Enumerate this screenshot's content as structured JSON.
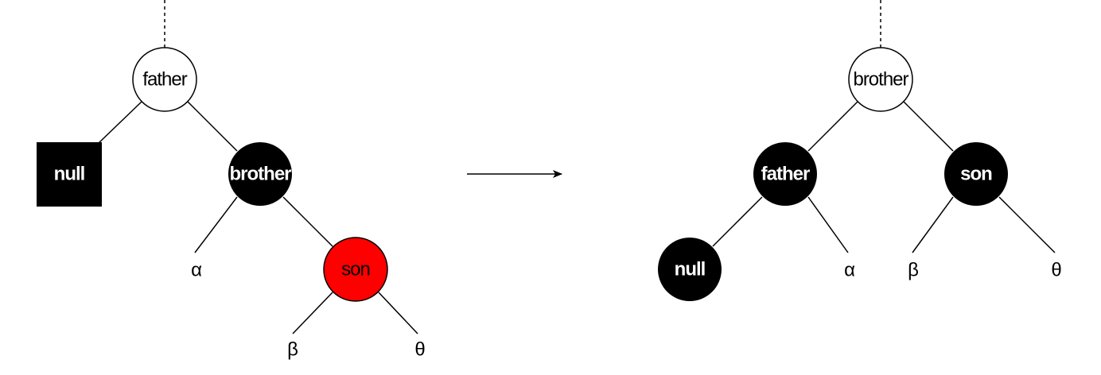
{
  "colors": {
    "black_node": "#000000",
    "red_node": "#ff0000",
    "white_node": "#ffffff",
    "stroke": "#000000"
  },
  "left_tree": {
    "root": {
      "label": "father",
      "color": "white"
    },
    "null_leaf": {
      "label": "null",
      "color": "black",
      "shape": "square"
    },
    "brother": {
      "label": "brother",
      "color": "black"
    },
    "son": {
      "label": "son",
      "color": "red"
    },
    "alpha": {
      "label": "α"
    },
    "beta": {
      "label": "β"
    },
    "theta": {
      "label": "θ"
    }
  },
  "transition_arrow": {
    "icon": "right-arrow"
  },
  "right_tree": {
    "root": {
      "label": "brother",
      "color": "white"
    },
    "father": {
      "label": "father",
      "color": "black"
    },
    "son": {
      "label": "son",
      "color": "black"
    },
    "null_leaf": {
      "label": "null",
      "color": "black",
      "shape": "circle"
    },
    "alpha": {
      "label": "α"
    },
    "beta": {
      "label": "β"
    },
    "theta": {
      "label": "θ"
    }
  }
}
